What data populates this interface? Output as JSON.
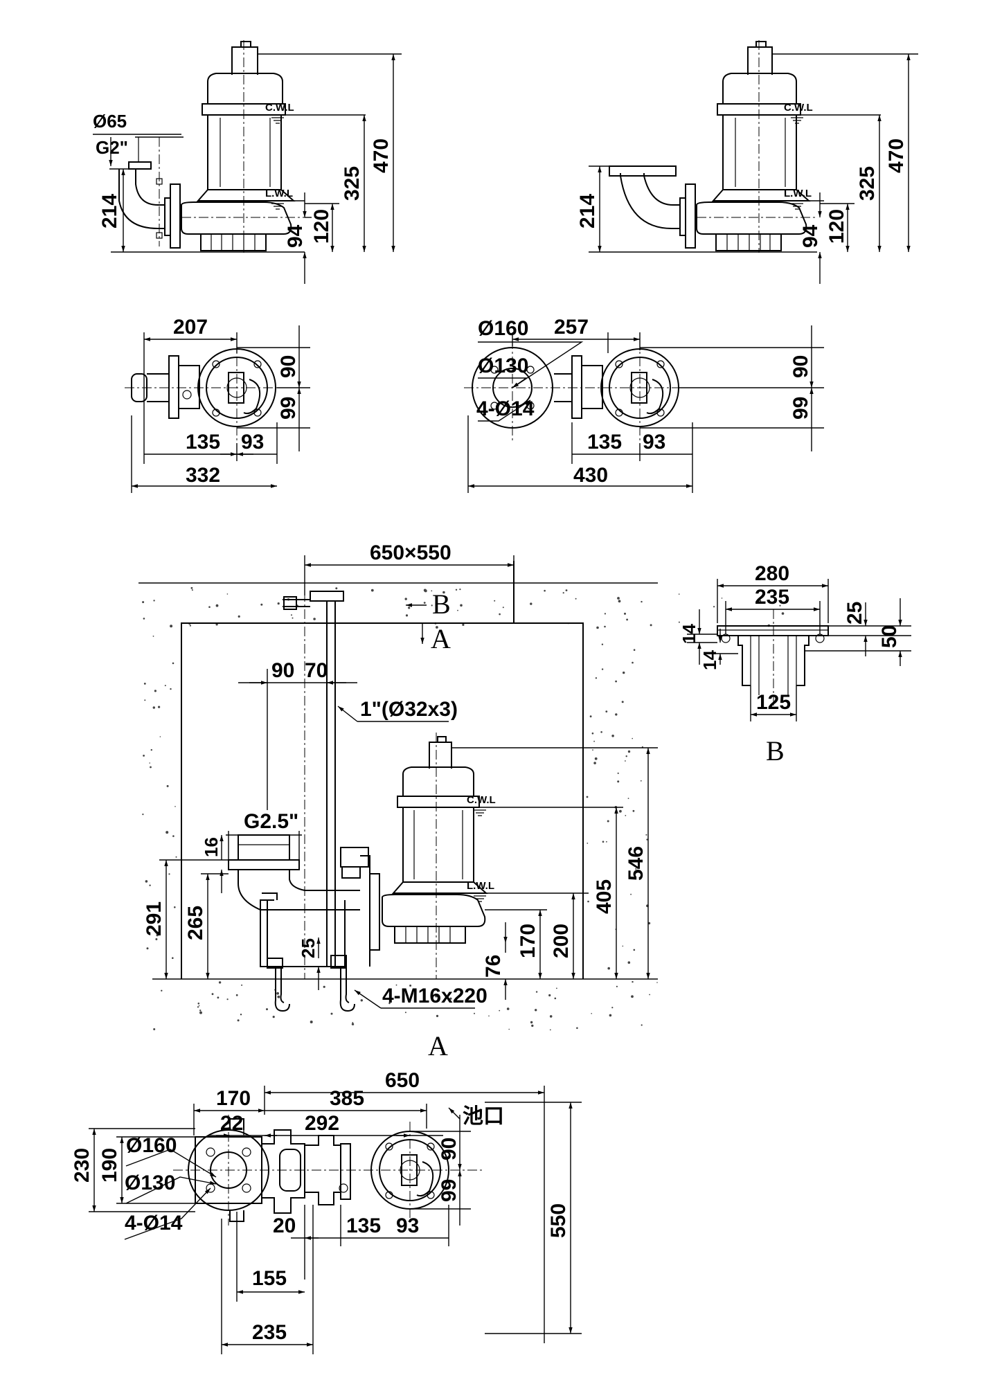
{
  "view1": {
    "outlet_dia": "Ø65",
    "outlet_thread": "G2\"",
    "cwl": "C.W.L",
    "lwl": "L.W.L",
    "dims": {
      "d470": "470",
      "d325": "325",
      "d214": "214",
      "d120": "120",
      "d94": "94"
    }
  },
  "view2": {
    "cwl": "C.W.L",
    "lwl": "L.W.L",
    "dims": {
      "d470": "470",
      "d325": "325",
      "d214": "214",
      "d120": "120",
      "d94": "94"
    }
  },
  "plan1": {
    "dims": {
      "d207": "207",
      "d90": "90",
      "d99": "99",
      "d135": "135",
      "d93": "93",
      "d332": "332"
    }
  },
  "plan2": {
    "labels": {
      "d160": "Ø160",
      "d130": "Ø130",
      "holes": "4-Ø14"
    },
    "dims": {
      "d257": "257",
      "d90": "90",
      "d99": "99",
      "d135": "135",
      "d93": "93",
      "d430": "430"
    }
  },
  "install": {
    "pit_size": "650×550",
    "section_b": "B",
    "section_a": "A",
    "d90": "90",
    "d70": "70",
    "pipe": "1\"(Ø32x3)",
    "thread": "G2.5\"",
    "d16": "16",
    "d291": "291",
    "d265": "265",
    "d25": "25",
    "cwl": "C.W.L",
    "lwl": "L.W.L",
    "d546": "546",
    "d405": "405",
    "d200": "200",
    "d170": "170",
    "d76": "76",
    "bolts": "4-M16x220",
    "section_a_bottom": "A"
  },
  "detail_b": {
    "d280": "280",
    "d235": "235",
    "d25": "25",
    "d50": "50",
    "d14a": "14",
    "d14b": "14",
    "d125": "125",
    "label": "B"
  },
  "plan3": {
    "d650": "650",
    "d170": "170",
    "d385": "385",
    "pool_mouth": "池口",
    "d22": "22",
    "d292": "292",
    "d160": "Ø160",
    "d130": "Ø130",
    "holes": "4-Ø14",
    "d230": "230",
    "d190": "190",
    "d90": "90",
    "d99": "99",
    "d550": "550",
    "d20": "20",
    "d135": "135",
    "d93": "93",
    "d155": "155",
    "d235": "235"
  }
}
